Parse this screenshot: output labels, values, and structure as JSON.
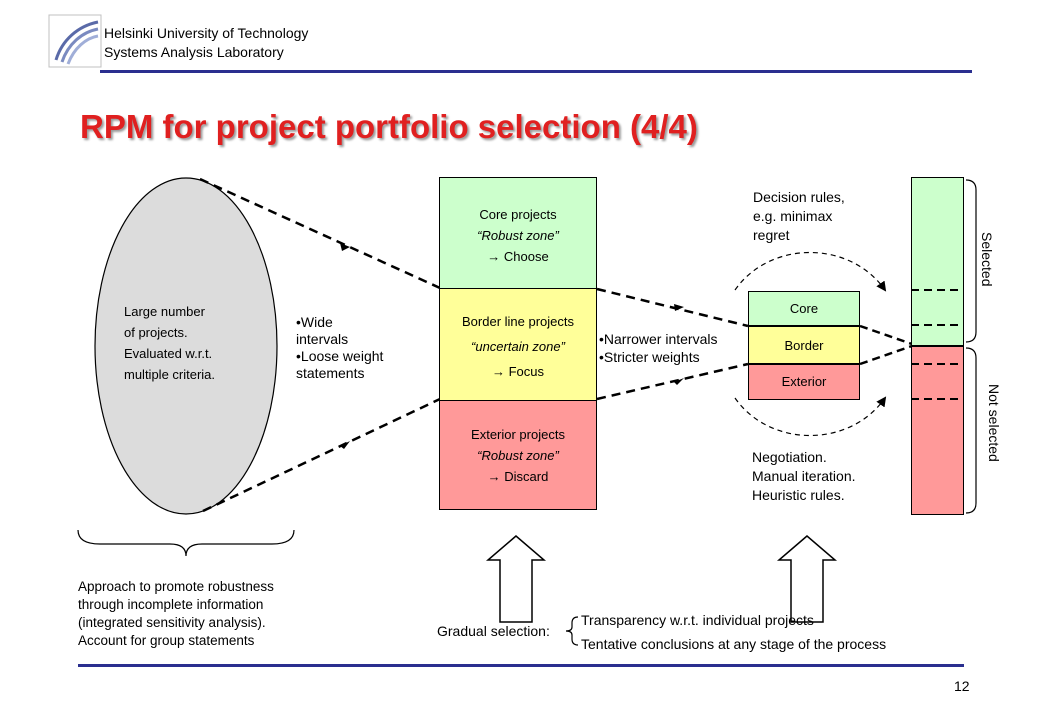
{
  "header": {
    "line1": "Helsinki University of Technology",
    "line2": "Systems Analysis Laboratory"
  },
  "title": "RPM for project portfolio selection  (4/4)",
  "ellipse": {
    "line1": "Large number",
    "line2": "of projects.",
    "line3": "Evaluated w.r.t.",
    "line4": "multiple criteria."
  },
  "left_notes": {
    "b1a": "•Wide",
    "b1b": "intervals",
    "b2a": "•Loose weight",
    "b2b": "statements"
  },
  "zones": {
    "core": {
      "title": "Core projects",
      "zone": "“Robust zone”",
      "action": "→ Choose"
    },
    "border": {
      "title": "Border line projects",
      "zone": "“uncertain zone”",
      "action": "→ Focus"
    },
    "exterior": {
      "title": "Exterior projects",
      "zone": "“Robust zone”",
      "action": "→ Discard"
    }
  },
  "mid_notes": {
    "b1": "•Narrower intervals",
    "b2": "•Stricter weights"
  },
  "small_stack": {
    "core": "Core",
    "border": "Border",
    "exterior": "Exterior"
  },
  "decision_rules": {
    "line1": "Decision rules,",
    "line2": "e.g. minimax",
    "line3": "regret"
  },
  "negotiation": {
    "line1": "Negotiation.",
    "line2": "Manual iteration.",
    "line3": "Heuristic rules."
  },
  "right_labels": {
    "selected": "Selected",
    "not_selected": "Not selected"
  },
  "approach": {
    "line1": "Approach to promote robustness",
    "line2": "through incomplete information",
    "line3": "(integrated sensitivity analysis).",
    "line4": "Account for group statements"
  },
  "gradual": {
    "label": "Gradual selection:",
    "item1": "Transparency w.r.t.  individual projects",
    "item2": "Tentative conclusions at any stage of the process"
  },
  "page_number": "12",
  "colors": {
    "green": "#ccffcc",
    "yellow": "#ffff99",
    "red": "#ff9999",
    "title": "#e02020",
    "rule": "#2a2f8f"
  }
}
